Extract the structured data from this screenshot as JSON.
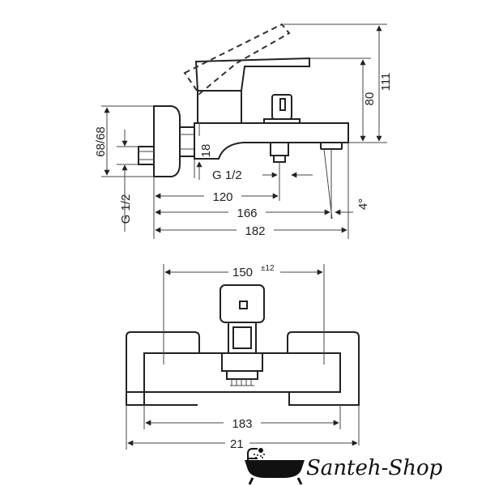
{
  "side_view": {
    "dim_80": "80",
    "dim_111": "111",
    "dim_68": "68/68",
    "dim_18": "18",
    "dim_g12_outlet": "G 1/2",
    "dim_g12_inlet": "G 1/2",
    "dim_120": "120",
    "dim_166": "166",
    "dim_182": "182",
    "dim_angle": "4°"
  },
  "top_view": {
    "dim_150": "150",
    "dim_150_tol": "±12",
    "dim_183": "183",
    "dim_21x": "21"
  },
  "watermark": {
    "brand_text": "Santeh-Shop"
  }
}
